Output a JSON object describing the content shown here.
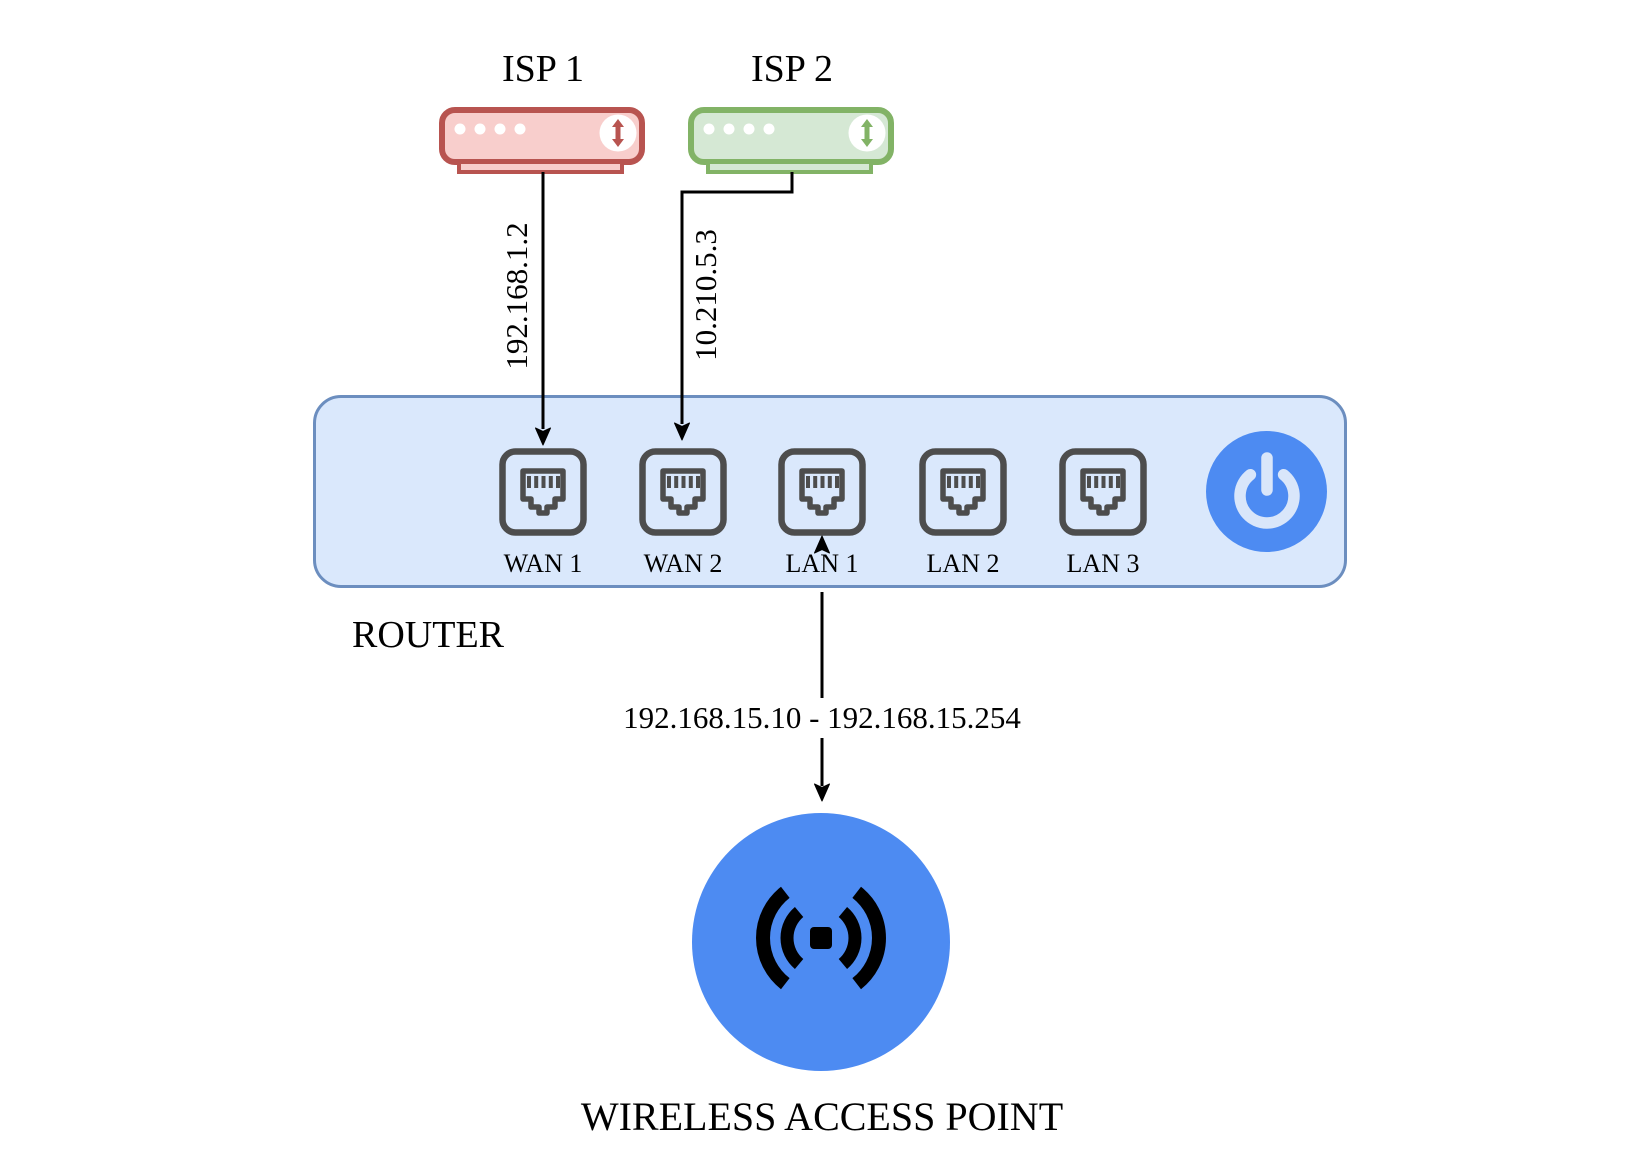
{
  "colors": {
    "canvas-bg": "#ffffff",
    "text-color": "#000000",
    "line-color": "#000000",
    "isp1-fill": "#f8cecc",
    "isp1-stroke": "#b85450",
    "isp2-fill": "#d5e8d4",
    "isp2-stroke": "#82b366",
    "router-fill": "#dae8fc",
    "router-stroke": "#6c8ebf",
    "port-stroke": "#4d4d4d",
    "power-fill": "#4d8bf2",
    "power-glyph": "#d9e6fa",
    "wap-fill": "#4d8bf2",
    "wap-glyph": "#000000"
  },
  "nodes": {
    "isp1": {
      "label": "ISP 1",
      "type": "modem",
      "icon": "modem-icon"
    },
    "isp2": {
      "label": "ISP 2",
      "type": "modem",
      "icon": "modem-icon"
    },
    "router": {
      "label": "ROUTER",
      "ports": [
        {
          "label": "WAN 1"
        },
        {
          "label": "WAN 2"
        },
        {
          "label": "LAN 1"
        },
        {
          "label": "LAN 2"
        },
        {
          "label": "LAN 3"
        }
      ],
      "power_button_icon": "power-icon"
    },
    "wap": {
      "label": "WIRELESS ACCESS POINT",
      "icon": "wireless-broadcast-icon"
    }
  },
  "connections": [
    {
      "from": "ISP 1",
      "to": "WAN 1",
      "label": "192.168.1.2",
      "label_rotated": true
    },
    {
      "from": "ISP 2",
      "to": "WAN 2",
      "label": "10.210.5.3",
      "label_rotated": true
    },
    {
      "from": "LAN 1",
      "to": "WIRELESS ACCESS POINT",
      "label": "192.168.15.10 - 192.168.15.254",
      "bidirectional": true
    }
  ],
  "icons": [
    "modem-icon",
    "updown-arrow-icon",
    "rj45-port-icon",
    "power-icon",
    "wireless-broadcast-icon",
    "arrowhead-icon"
  ]
}
